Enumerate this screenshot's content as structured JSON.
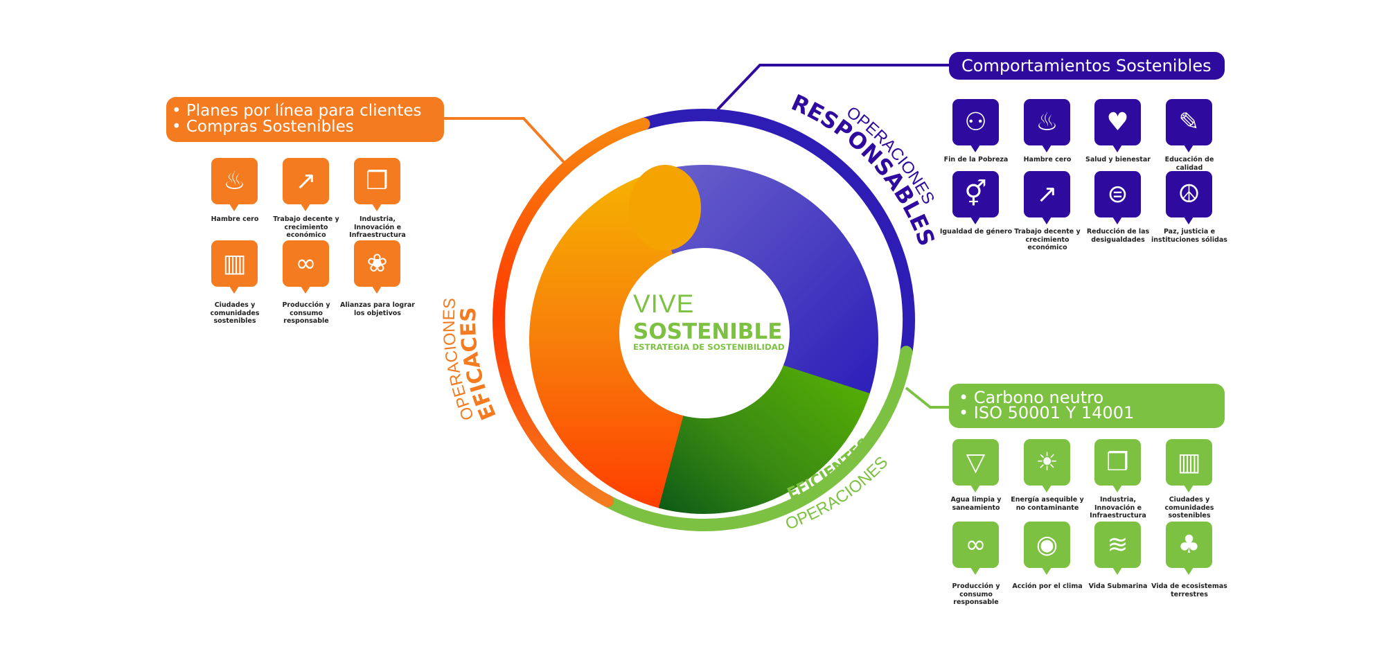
{
  "colors": {
    "orange": "#F47B20",
    "purple": "#2E0A9E",
    "green": "#7DC142"
  },
  "center": {
    "line1": "VIVE",
    "line2": "SOSTENIBLE",
    "line3": "ESTRATEGIA DE SOSTENIBILIDAD"
  },
  "ring_labels": {
    "responsables": {
      "top": "OPERACIONES",
      "bottom": "RESPONSABLES"
    },
    "eficaces": {
      "top": "OPERACIONES",
      "bottom": "EFICACES"
    },
    "eficientes": {
      "top": "OPERACIONES",
      "bottom": "EFICIENTES"
    }
  },
  "orange_panel": {
    "lines": [
      "• Planes por línea para clientes",
      "• Compras Sostenibles"
    ],
    "icons": [
      {
        "icon": "bowl-icon",
        "glyph": "♨",
        "label": "Hambre cero"
      },
      {
        "icon": "growth-chart-icon",
        "glyph": "↗",
        "label": "Trabajo decente y crecimiento económico"
      },
      {
        "icon": "cubes-icon",
        "glyph": "❒",
        "label": "Industria, Innovación e Infraestructura"
      },
      {
        "icon": "city-icon",
        "glyph": "▥",
        "label": "Ciudades y comunidades sostenibles"
      },
      {
        "icon": "infinity-icon",
        "glyph": "∞",
        "label": "Producción y consumo responsable"
      },
      {
        "icon": "rings-icon",
        "glyph": "❀",
        "label": "Alianzas para lograr los objetivos"
      }
    ]
  },
  "purple_panel": {
    "title": "Comportamientos Sostenibles",
    "icons": [
      {
        "icon": "family-icon",
        "glyph": "⚇",
        "label": "Fin de la Pobreza"
      },
      {
        "icon": "bowl-icon",
        "glyph": "♨",
        "label": "Hambre cero"
      },
      {
        "icon": "heartbeat-icon",
        "glyph": "♥",
        "label": "Salud y bienestar"
      },
      {
        "icon": "book-icon",
        "glyph": "✎",
        "label": "Educación de calidad"
      },
      {
        "icon": "gender-icon",
        "glyph": "⚥",
        "label": "Igualdad de género"
      },
      {
        "icon": "growth-chart-icon",
        "glyph": "↗",
        "label": "Trabajo decente y crecimiento económico"
      },
      {
        "icon": "equality-icon",
        "glyph": "⊜",
        "label": "Reducción de las desigualdades"
      },
      {
        "icon": "dove-gavel-icon",
        "glyph": "☮",
        "label": "Paz, justicia e instituciones sólidas"
      }
    ]
  },
  "green_panel": {
    "lines": [
      "• Carbono neutro",
      "• ISO 50001 Y 14001"
    ],
    "icons": [
      {
        "icon": "water-glass-icon",
        "glyph": "▽",
        "label": "Agua limpia y saneamiento"
      },
      {
        "icon": "sun-power-icon",
        "glyph": "☀",
        "label": "Energía asequible y no contaminante"
      },
      {
        "icon": "cubes-icon",
        "glyph": "❒",
        "label": "Industria, Innovación e Infraestructura"
      },
      {
        "icon": "city-icon",
        "glyph": "▥",
        "label": "Ciudades y comunidades sostenibles"
      },
      {
        "icon": "infinity-icon",
        "glyph": "∞",
        "label": "Producción y consumo responsable"
      },
      {
        "icon": "eye-globe-icon",
        "glyph": "◉",
        "label": "Acción por el clima"
      },
      {
        "icon": "fish-icon",
        "glyph": "≋",
        "label": "Vida Submarina"
      },
      {
        "icon": "tree-icon",
        "glyph": "♣",
        "label": "Vida de ecosistemas terrestres"
      }
    ]
  }
}
